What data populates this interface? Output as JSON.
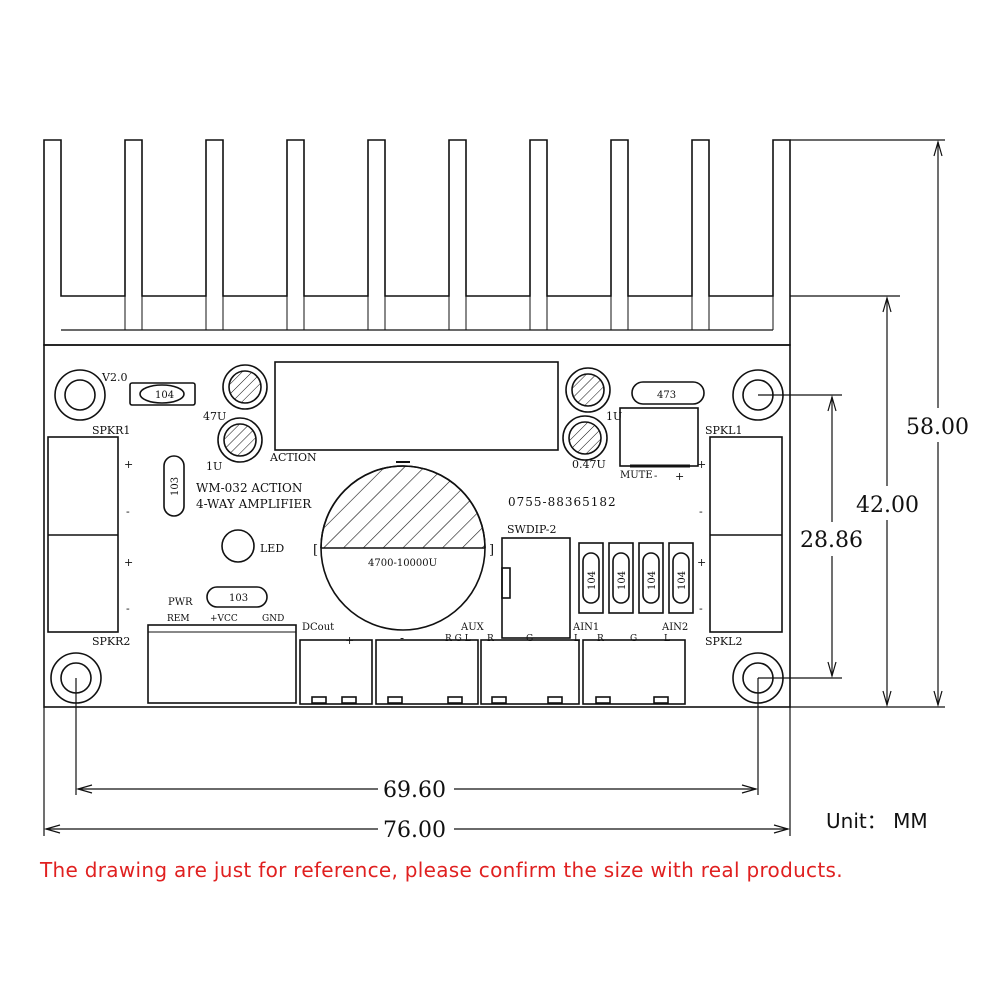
{
  "board": {
    "version": "V2.0",
    "title_line1": "WM-032 ACTION",
    "title_line2": "4-WAY AMPLIFIER",
    "phone": "0755-88365182",
    "action": "ACTION",
    "swdip": "SWDIP-2",
    "mute": "MUTE",
    "big_cap": "4700-10000U",
    "led": "LED",
    "pwr": "PWR",
    "rem": "REM",
    "vcc": "+VCC",
    "gnd": "GND",
    "dcout": "DCout",
    "aux": "AUX",
    "ain1": "AIN1",
    "ain2": "AIN2",
    "spkr1": "SPKR1",
    "spkr2": "SPKR2",
    "spkl1": "SPKL1",
    "spkl2": "SPKL2",
    "cap_47u": "47U",
    "cap_1u_left": "1U",
    "cap_1u_right": "1U",
    "cap_047u": "0.47U",
    "res_104": "104",
    "res_473": "473",
    "res_103_v": "103",
    "res_103_h": "103",
    "dip_values": [
      "104",
      "104",
      "104",
      "104"
    ],
    "plus": "+",
    "minus": "-",
    "aux_pins": "R G L",
    "aux_r": "R",
    "g": "G",
    "l": "L",
    "r": "R",
    "bracket_l": "[",
    "bracket_r": "]"
  },
  "dimensions": {
    "height_total": "58.00",
    "height_board": "42.00",
    "height_holes": "28.86",
    "width_holes": "69.60",
    "width_total": "76.00",
    "unit": "Unit： MM"
  },
  "note": "The drawing are just for reference, please confirm the size with real products."
}
